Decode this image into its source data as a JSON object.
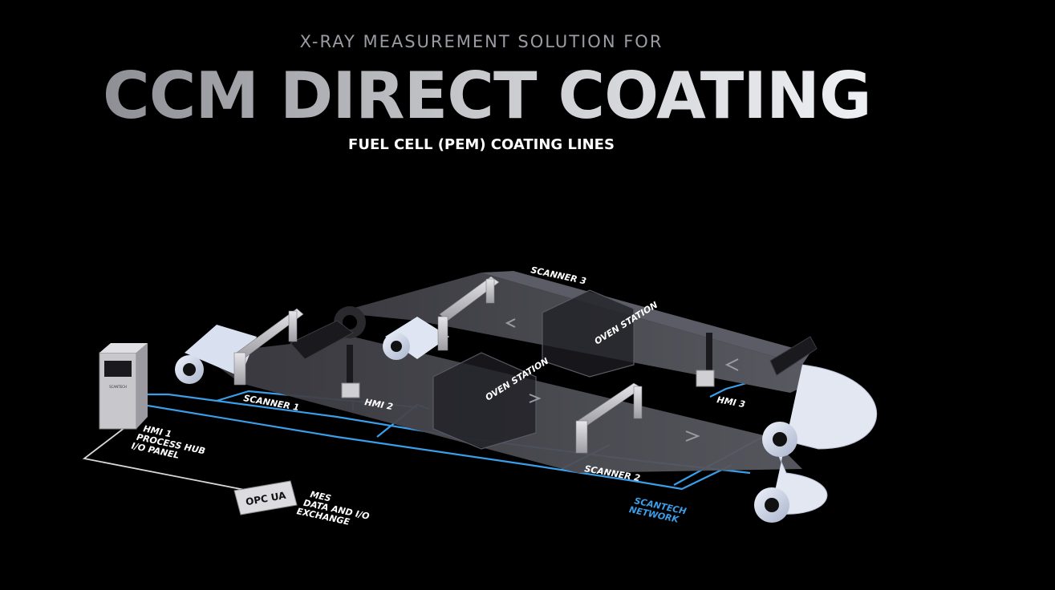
{
  "header": {
    "pre_title": "X-RAY MEASUREMENT SOLUTION FOR",
    "title": "CCM DIRECT COATING",
    "subtitle": "FUEL CELL (PEM) COATING LINES"
  },
  "labels": {
    "scanner1": "SCANNER 1",
    "scanner2": "SCANNER 2",
    "scanner3": "SCANNER 3",
    "hmi2": "HMI 2",
    "hmi3": "HMI 3",
    "oven1": "OVEN STATION",
    "oven2": "OVEN STATION",
    "hmi1_l1": "HMI 1",
    "hmi1_l2": "PROCESS HUB",
    "hmi1_l3": "I/O PANEL",
    "mes_l1": "MES",
    "mes_l2": "DATA AND I/O",
    "mes_l3": "EXCHANGE",
    "network_l1": "SCANTECH",
    "network_l2": "NETWORK",
    "opc": "OPC UA",
    "cabinet_brand": "SCANTECH"
  },
  "colors": {
    "network_line": "#3a9ee8",
    "web_surface": "#4a4a52",
    "roll": "#d8dff0",
    "frame": "#c8c8cc"
  }
}
